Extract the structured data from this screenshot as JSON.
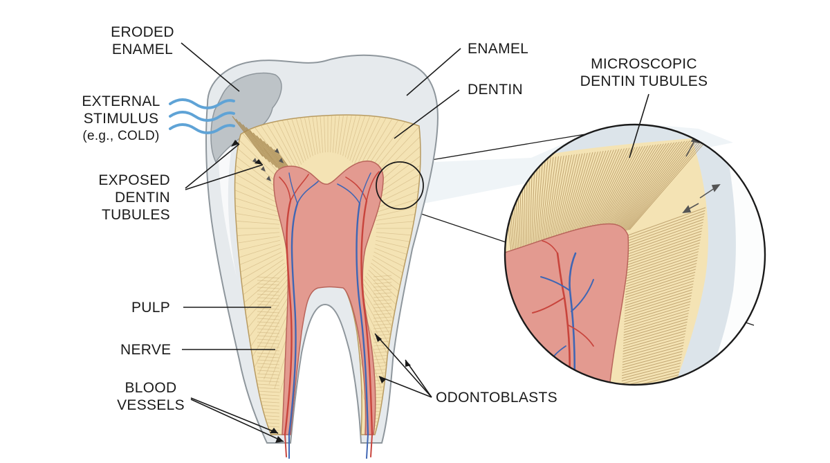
{
  "labels": {
    "eroded_enamel": [
      "ERODED",
      "ENAMEL"
    ],
    "external_stimulus": [
      "EXTERNAL",
      "STIMULUS",
      "(e.g., COLD)"
    ],
    "exposed_dentin_tubules": [
      "EXPOSED",
      "DENTIN",
      "TUBULES"
    ],
    "pulp": "PULP",
    "nerve": "NERVE",
    "blood_vessels": [
      "BLOOD",
      "VESSELS"
    ],
    "enamel": "ENAMEL",
    "dentin": "DENTIN",
    "microscopic_dentin_tubules": [
      "MICROSCOPIC",
      "DENTIN TUBULES"
    ],
    "odontoblasts": "ODONTOBLASTS"
  },
  "colors": {
    "enamel": "#e6eaed",
    "enamel_outline": "#8e969c",
    "dentin": "#f4e3b4",
    "dentin_tubule": "#c9ad78",
    "pulp": "#e39a90",
    "pulp_outline": "#b8645a",
    "artery": "#c8443c",
    "vein": "#3f66b4",
    "stimulus_wave": "#5fa3d6",
    "leader_line": "#1a1a1a"
  }
}
